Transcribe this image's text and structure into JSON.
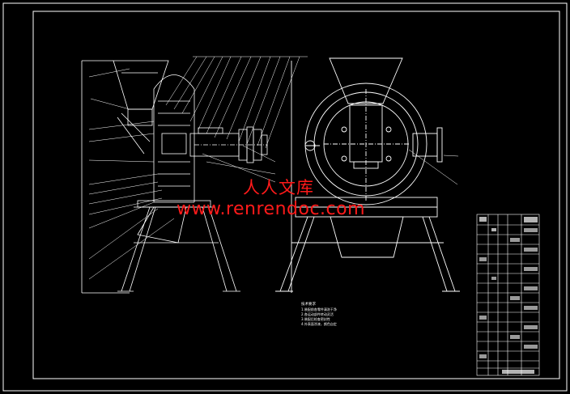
{
  "watermark": {
    "cn": "人人文库",
    "url": "www.renrendoc.com"
  },
  "notes": {
    "title": "技术要求",
    "lines": [
      "1.装配前各零件清洗干净",
      "2.各运动部件转动灵活",
      "3.装配后检查密封性",
      "4.外表面涂漆，颜色自定"
    ]
  },
  "colors": {
    "background": "#000000",
    "lines": "#ffffff",
    "watermark": "#ff1a1a"
  }
}
